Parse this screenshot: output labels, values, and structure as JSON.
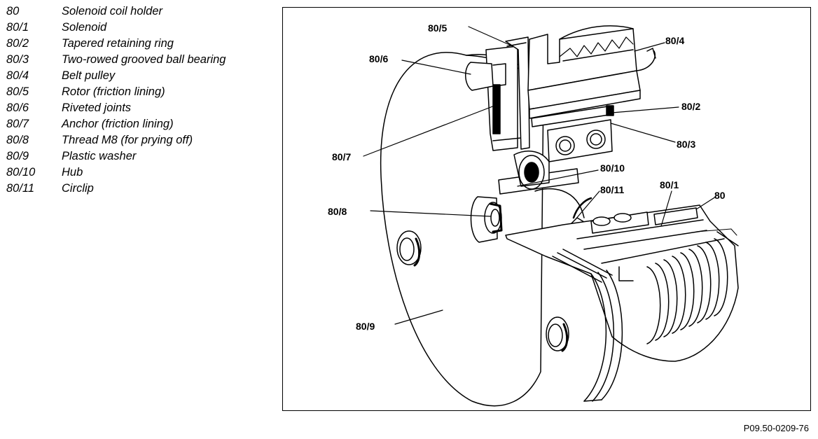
{
  "legend": [
    {
      "code": "80",
      "desc": "Solenoid coil holder"
    },
    {
      "code": "80/1",
      "desc": "Solenoid"
    },
    {
      "code": "80/2",
      "desc": "Tapered retaining ring"
    },
    {
      "code": "80/3",
      "desc": "Two-rowed grooved ball bearing"
    },
    {
      "code": "80/4",
      "desc": "Belt pulley"
    },
    {
      "code": "80/5",
      "desc": "Rotor (friction lining)"
    },
    {
      "code": "80/6",
      "desc": "Riveted joints"
    },
    {
      "code": "80/7",
      "desc": "Anchor (friction lining)"
    },
    {
      "code": "80/8",
      "desc": "Thread M8 (for prying off)"
    },
    {
      "code": "80/9",
      "desc": "Plastic washer"
    },
    {
      "code": "80/10",
      "desc": "Hub"
    },
    {
      "code": "80/11",
      "desc": "Circlip"
    }
  ],
  "diagram": {
    "callouts": {
      "c80_5": "80/5",
      "c80_6": "80/6",
      "c80_4": "80/4",
      "c80_2": "80/2",
      "c80_3": "80/3",
      "c80_7": "80/7",
      "c80_10": "80/10",
      "c80_11": "80/11",
      "c80_1": "80/1",
      "c80": "80",
      "c80_8": "80/8",
      "c80_9": "80/9"
    }
  },
  "reference": "P09.50-0209-76"
}
